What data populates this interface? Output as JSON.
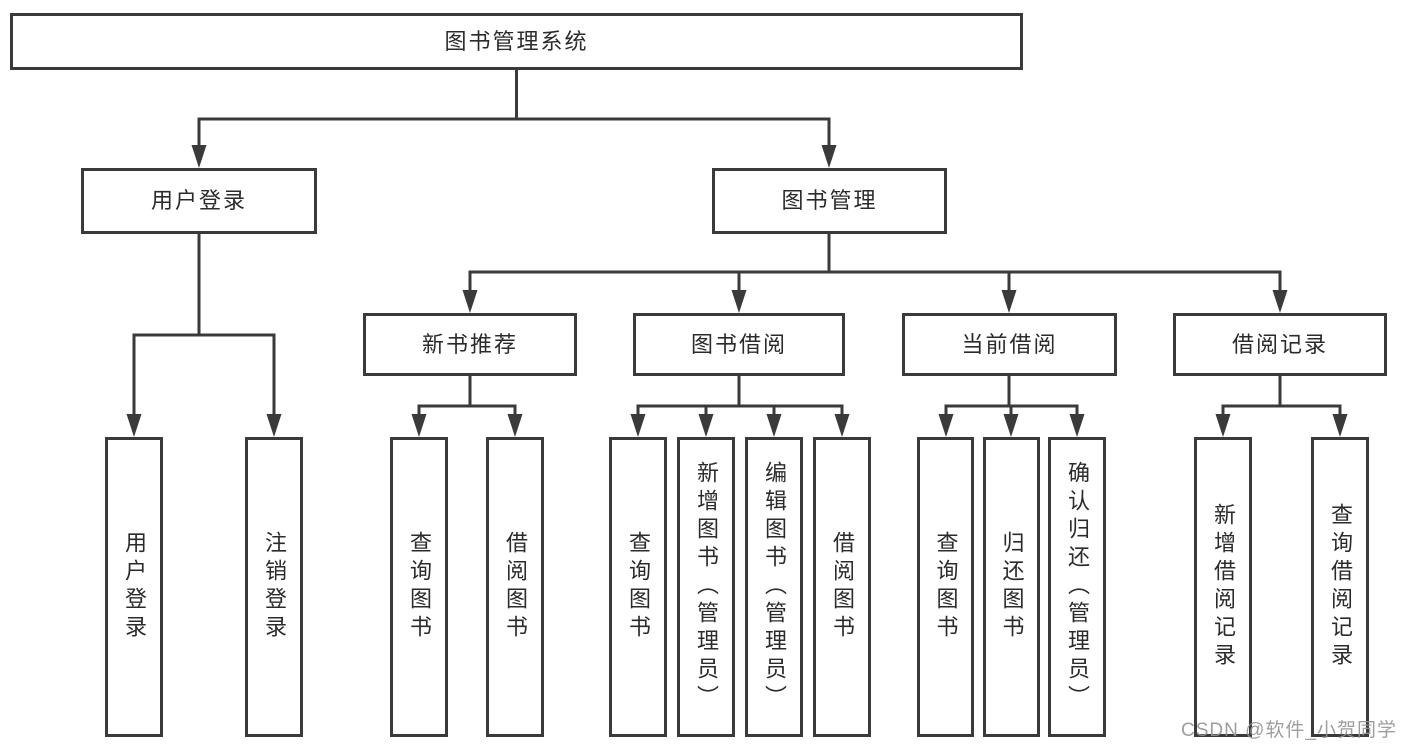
{
  "tree": {
    "root": "图书管理系统",
    "l2": [
      "用户登录",
      "图书管理"
    ],
    "l3": [
      "新书推荐",
      "图书借阅",
      "当前借阅",
      "借阅记录"
    ],
    "login_leaves": [
      "用户登录",
      "注销登录"
    ],
    "newbook_leaves": [
      "查询图书",
      "借阅图书"
    ],
    "borrow_leaves": [
      "查询图书",
      "新增图书（管理员）",
      "编辑图书（管理员）",
      "借阅图书"
    ],
    "current_leaves": [
      "查询图书",
      "归还图书",
      "确认归还（管理员）"
    ],
    "record_leaves": [
      "新增借阅记录",
      "查询借阅记录"
    ]
  },
  "watermark": "CSDN @软件_小贺同学",
  "colors": {
    "line": "#3a3a3a",
    "box_border": "#3a3a3a",
    "text": "#2b2b2b",
    "watermark": "#949494",
    "background": "#ffffff"
  }
}
